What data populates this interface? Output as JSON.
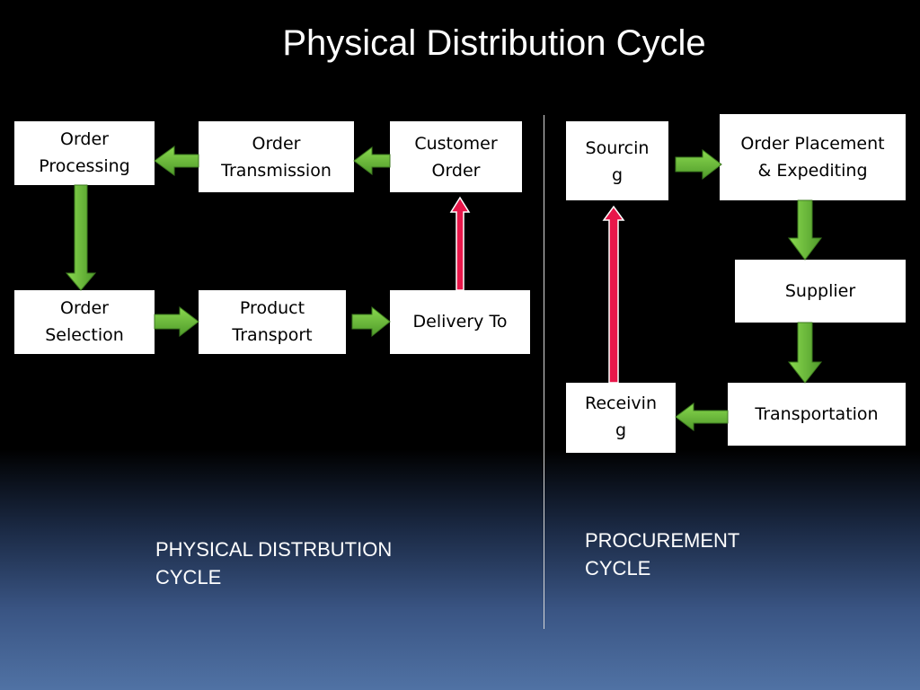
{
  "title": "Physical Distribution Cycle",
  "physical_cycle": {
    "caption_line1": "PHYSICAL DISTRBUTION",
    "caption_line2": "CYCLE",
    "nodes": {
      "order_processing": [
        "Order",
        "Processing"
      ],
      "order_transmission": [
        "Order",
        "Transmission"
      ],
      "customer_order": [
        "Customer",
        "Order"
      ],
      "order_selection": [
        "Order",
        "Selection"
      ],
      "product_transport": [
        "Product",
        "Transport"
      ],
      "delivery_to": [
        "Delivery To"
      ]
    }
  },
  "procurement_cycle": {
    "caption_line1": "PROCUREMENT",
    "caption_line2": "CYCLE",
    "nodes": {
      "sourcing": [
        "Sourcin",
        "g"
      ],
      "order_placement": [
        "Order Placement",
        "& Expediting"
      ],
      "supplier": [
        "Supplier"
      ],
      "transportation": [
        "Transportation"
      ],
      "receiving": [
        "Receivin",
        "g"
      ]
    }
  },
  "colors": {
    "flow_arrow": "#6abf3c",
    "return_arrow": "#e8174a",
    "box": "#ffffff"
  }
}
